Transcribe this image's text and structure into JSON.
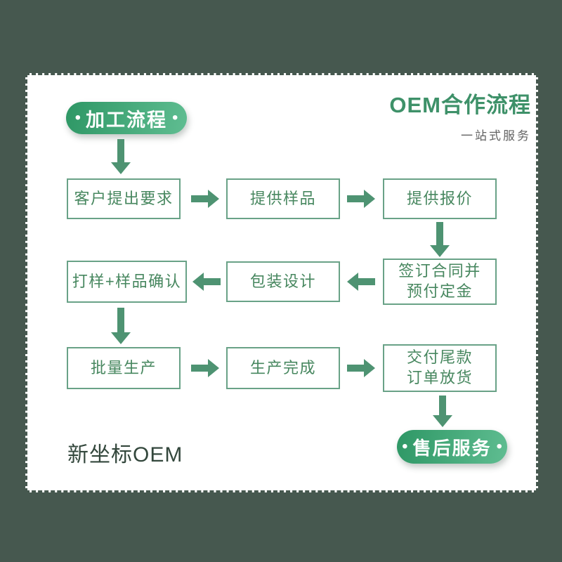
{
  "colors": {
    "page_background": "#46584F",
    "card_background": "#FFFFFF",
    "card_dashed_border": "#46584F",
    "flow_green": "#4E9372",
    "box_border_green": "#69A287",
    "box_text_green": "#47875F",
    "title_green": "#3E9169",
    "subtitle_gray": "#636363",
    "brand_dark": "#33473C",
    "pill_gradient_start": "#2E9765",
    "pill_gradient_end": "#5FBD91",
    "pill_text": "#FFFFFF"
  },
  "header": {
    "title": "OEM合作流程",
    "subtitle": "一站式服务"
  },
  "start_badge": {
    "dot": "•",
    "label": "加工流程"
  },
  "end_badge": {
    "dot": "•",
    "label": "售后服务"
  },
  "flow": {
    "row1": {
      "direction": "right",
      "box1": "客户提出要求",
      "box2": "提供样品",
      "box3": "提供报价"
    },
    "row2": {
      "direction": "left",
      "box1": "打样+样品确认",
      "box2": "包装设计",
      "box3": "签订合同并\n预付定金"
    },
    "row3": {
      "direction": "right",
      "box1": "批量生产",
      "box2": "生产完成",
      "box3": "交付尾款\n订单放货"
    }
  },
  "footer": {
    "brand": "新坐标OEM"
  }
}
